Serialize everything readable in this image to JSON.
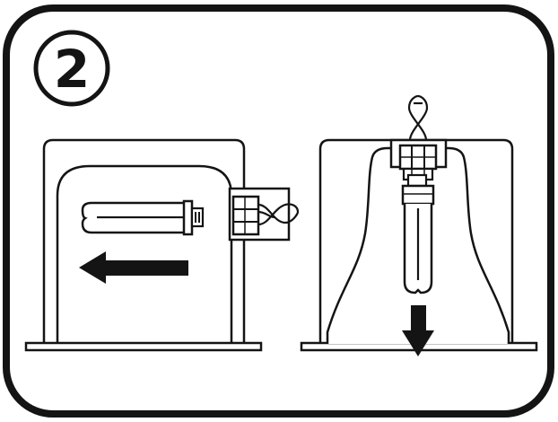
{
  "step": {
    "number": "2"
  },
  "colors": {
    "ink": "#141414",
    "paper": "#ffffff"
  },
  "panels": [
    {
      "name": "side-view",
      "arrow_direction": "left",
      "components": [
        "housing",
        "cfl-lamp",
        "lamp-socket",
        "wire-connector"
      ]
    },
    {
      "name": "front-view",
      "arrow_direction": "down",
      "components": [
        "housing",
        "reflector",
        "cfl-lamp",
        "lamp-socket",
        "wire-connector"
      ]
    }
  ]
}
